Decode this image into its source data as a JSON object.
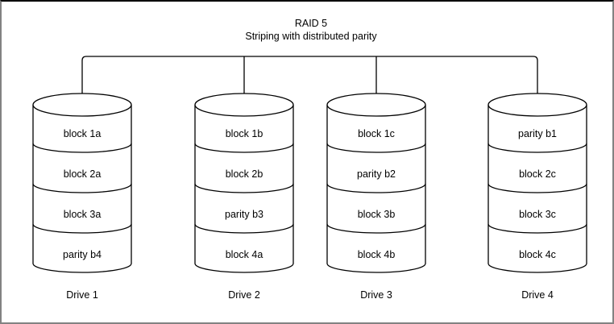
{
  "title": {
    "line1": "RAID 5",
    "line2": "Striping with distributed parity"
  },
  "drives": [
    {
      "label": "Drive 1",
      "blocks": [
        "block 1a",
        "block 2a",
        "block 3a",
        "parity b4"
      ]
    },
    {
      "label": "Drive 2",
      "blocks": [
        "block 1b",
        "block 2b",
        "parity b3",
        "block 4a"
      ]
    },
    {
      "label": "Drive 3",
      "blocks": [
        "block 1c",
        "parity b2",
        "block 3b",
        "block 4b"
      ]
    },
    {
      "label": "Drive 4",
      "blocks": [
        "parity b1",
        "block 2c",
        "block 3c",
        "block 4c"
      ]
    }
  ],
  "colors": {
    "line": "#000000",
    "background": "#ffffff",
    "frame_top": "#000000",
    "frame_sides": "#828282"
  }
}
